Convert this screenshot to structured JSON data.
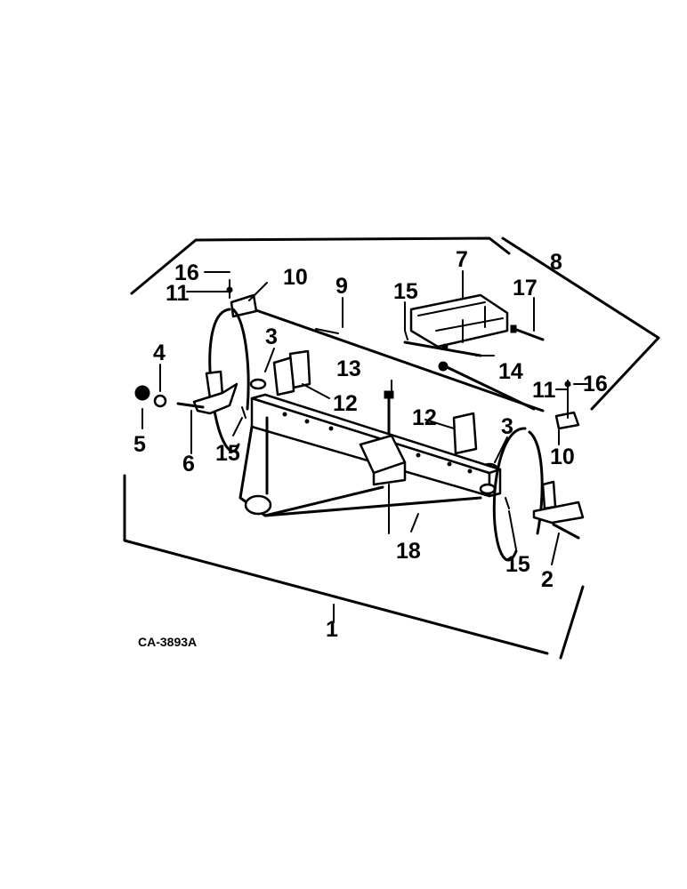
{
  "figure_code": "CA-3893A",
  "callouts": {
    "c1": "1",
    "c2": "2",
    "c3a": "3",
    "c3b": "3",
    "c4": "4",
    "c5": "5",
    "c6": "6",
    "c7": "7",
    "c8": "8",
    "c9": "9",
    "c10a": "10",
    "c10b": "10",
    "c11a": "11",
    "c11b": "11",
    "c12a": "12",
    "c12b": "12",
    "c13": "13",
    "c14": "14",
    "c15a": "15",
    "c15b": "15",
    "c15c": "15",
    "c16a": "16",
    "c16b": "16",
    "c17": "17",
    "c18": "18"
  }
}
